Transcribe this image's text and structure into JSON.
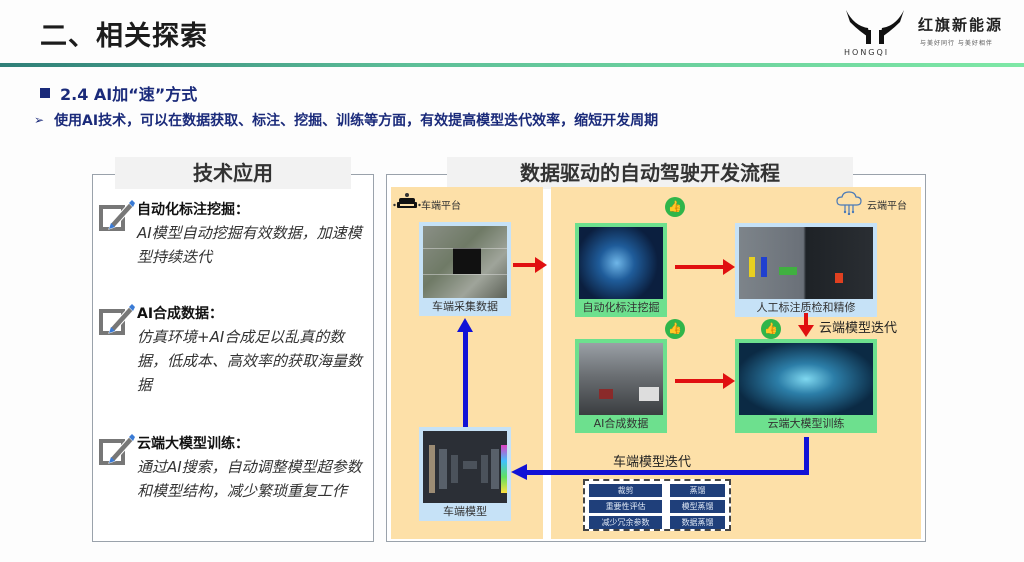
{
  "header": {
    "title": "二、相关探索",
    "logo": {
      "brand": "红旗新能源",
      "slogan": "与美好同行 与美好相伴",
      "wordmark": "HONGQI"
    },
    "divider_colors": [
      "#2f7f78",
      "#7ee8a6"
    ]
  },
  "section": {
    "heading": "2.4 AI加“速”方式",
    "bullet": "使用AI技术，可以在数据获取、标注、挖掘、训练等方面，有效提高模型迭代效率，缩短开发周期"
  },
  "tech_panel": {
    "title": "技术应用",
    "items": [
      {
        "icon": "edit-icon",
        "heading": "自动化标注挖掘：",
        "body": "AI模型自动挖掘有效数据，加速模型持续迭代"
      },
      {
        "icon": "edit-icon",
        "heading": "AI合成数据：",
        "body": "仿真环境+AI合成足以乱真的数据，低成本、高效率的获取海量数据"
      },
      {
        "icon": "edit-icon",
        "heading": "云端大模型训练：",
        "body": "通过AI搜索，自动调整模型超参数和模型结构，减少繁琐重复工作"
      }
    ]
  },
  "flow_panel": {
    "title": "数据驱动的自动驾驶开发流程",
    "zones": {
      "vehicle": "车端平台",
      "cloud": "云端平台"
    },
    "nodes": {
      "vehicle_data": "车端采集数据",
      "auto_label": "自动化标注挖掘",
      "manual_qa": "人工标注质检和精修",
      "synthetic": "AI合成数据",
      "cloud_train": "云端大模型训练",
      "vehicle_model": "车端模型"
    },
    "arrows": {
      "cloud_iter": "云端模型迭代",
      "vehicle_iter": "车端模型迭代"
    },
    "tags": [
      "裁剪",
      "蒸馏",
      "重要性评估",
      "模型蒸馏",
      "减少冗余参数",
      "数据蒸馏"
    ],
    "colors": {
      "zone": "#fde0a8",
      "blue_node": "#c6e2f7",
      "green_node": "#6de08e",
      "red_arrow": "#e01010",
      "blue_arrow": "#1212d6",
      "thumb": "#2fb54a"
    }
  }
}
